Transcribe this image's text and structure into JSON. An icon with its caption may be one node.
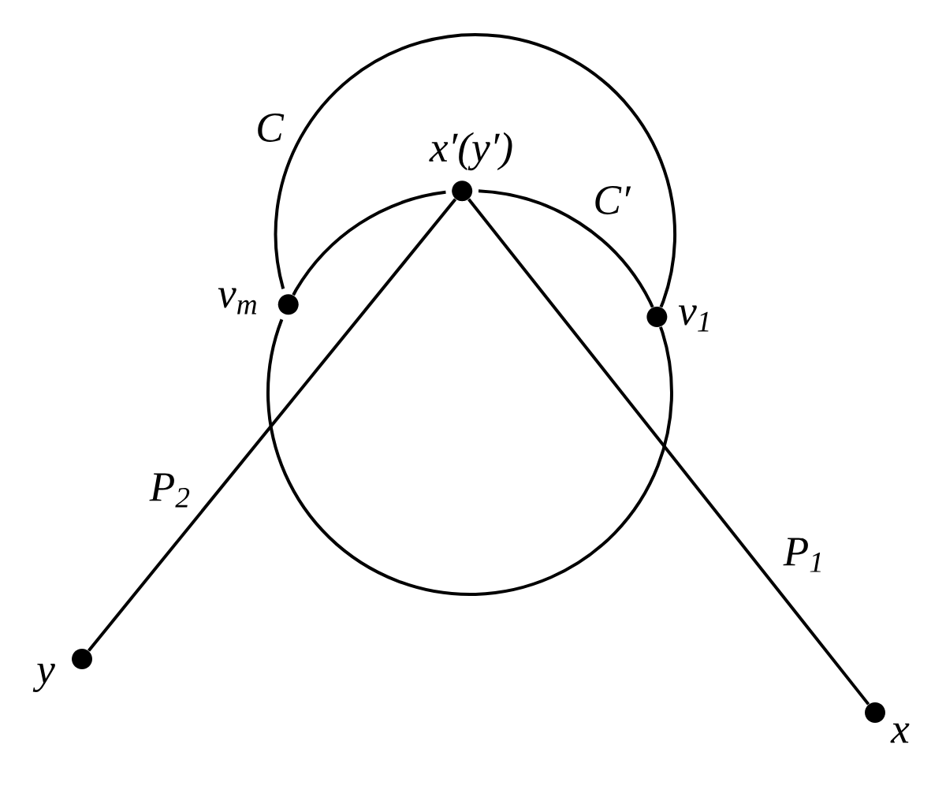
{
  "diagram": {
    "nodes": [
      {
        "text": [],
        "shape": "circle",
        "beside": [
          "x′(y′)"
        ]
      },
      {
        "text": [],
        "shape": "circle",
        "beside": [
          "v$_{m}$"
        ]
      },
      {
        "text": [],
        "shape": "circle",
        "beside": [
          "v$_{1}$"
        ]
      },
      {
        "text": [],
        "shape": "circle",
        "beside": [
          "y"
        ]
      },
      {
        "text": [],
        "shape": "circle",
        "beside": [
          "x"
        ]
      }
    ],
    "edges": [
      {
        "from": 1,
        "to": 2,
        "arrow": "none",
        "label": "C"
      },
      {
        "from": 0,
        "to": 2,
        "arrow": "none",
        "label": "C′"
      },
      {
        "from": 0,
        "to": 1,
        "arrow": "none"
      },
      {
        "from": 1,
        "to": 2,
        "arrow": "none"
      },
      {
        "from": 0,
        "to": 3,
        "arrow": "none",
        "label": "P$_{2}$"
      },
      {
        "from": 0,
        "to": 4,
        "arrow": "none",
        "label": "P$_{1}$"
      }
    ]
  }
}
